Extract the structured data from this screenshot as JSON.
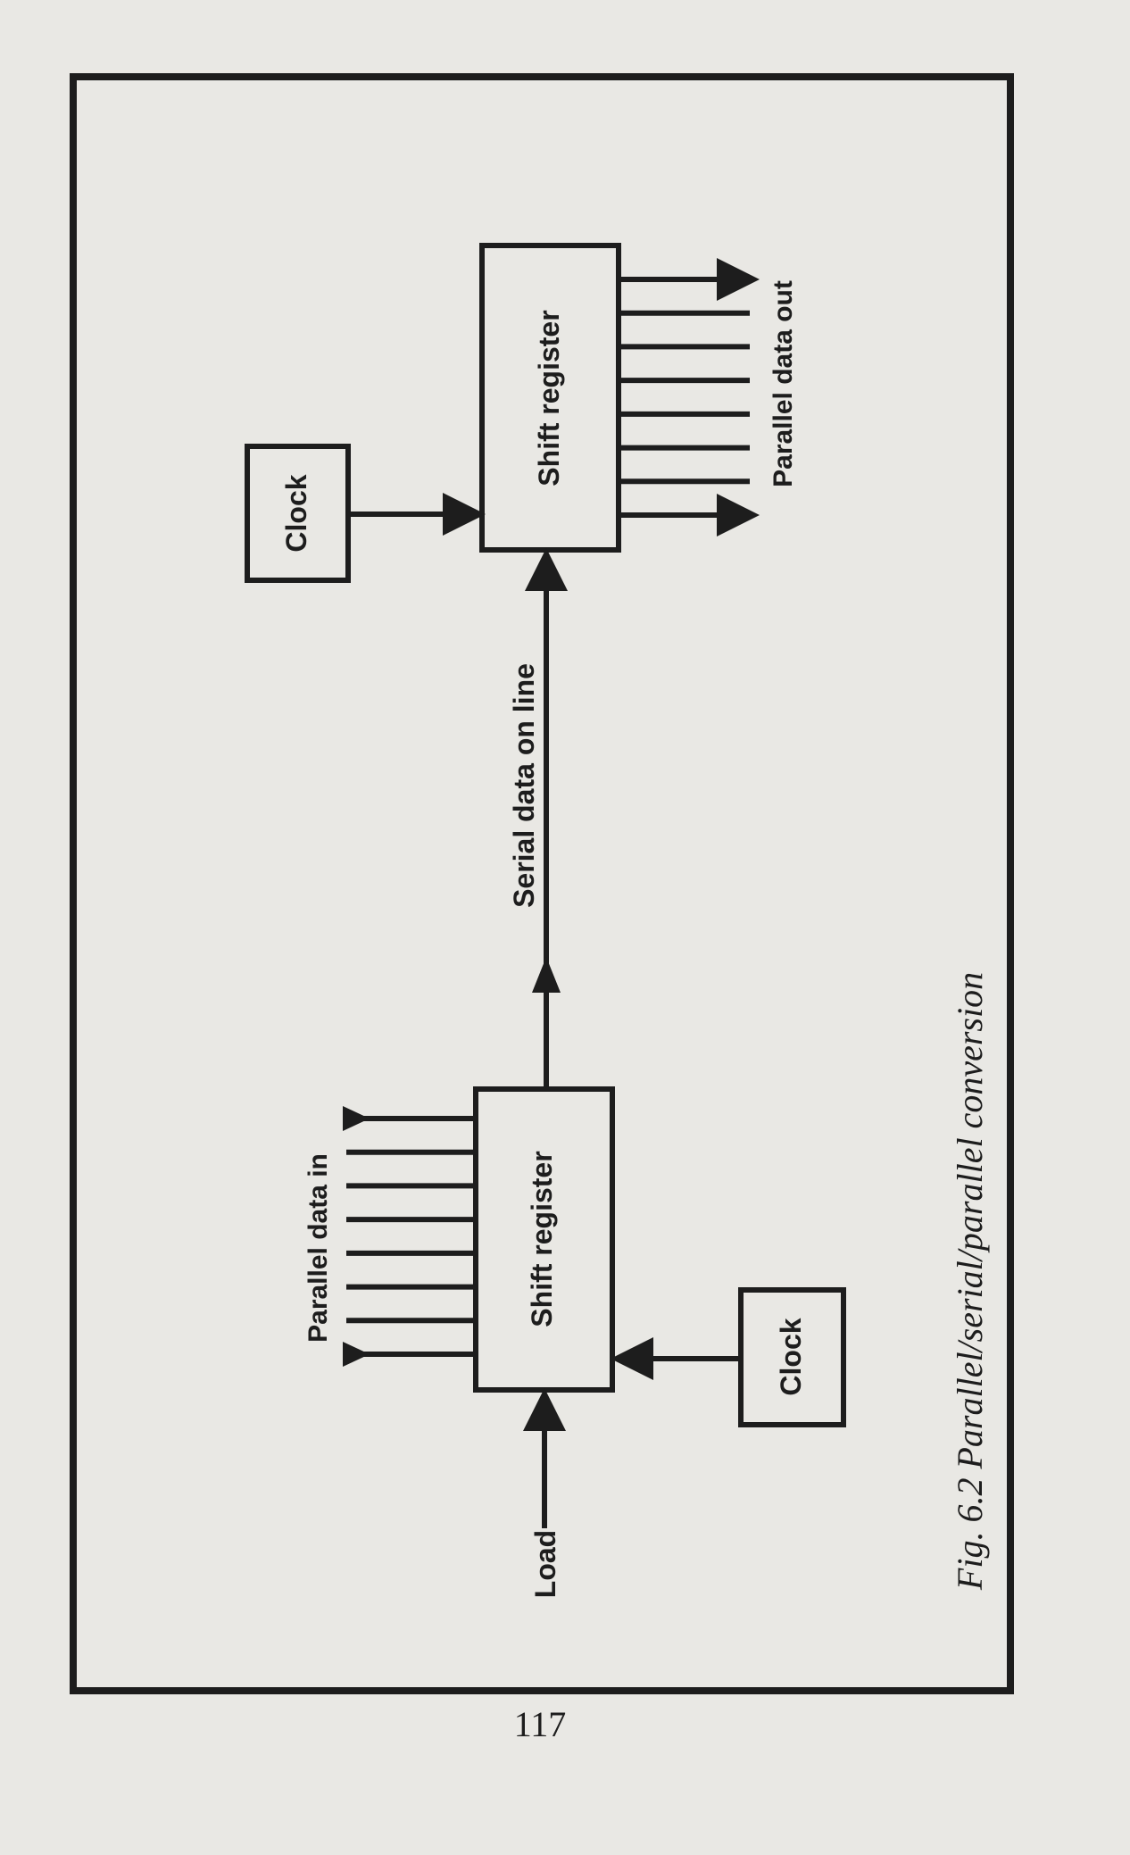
{
  "diagram": {
    "left_register": {
      "label": "Shift register"
    },
    "left_clock": {
      "label": "Clock"
    },
    "right_register": {
      "label": "Shift register"
    },
    "right_clock": {
      "label": "Clock"
    },
    "parallel_in_label": "Parallel data in",
    "parallel_out_label": "Parallel data out",
    "serial_line_label": "Serial data on line",
    "load_label": "Load",
    "input_line_count": 8,
    "output_line_count": 8
  },
  "caption": "Fig. 6.2 Parallel/serial/parallel conversion",
  "page_number": "117",
  "colors": {
    "ink": "#1d1d1d",
    "paper": "#e9e8e4"
  }
}
